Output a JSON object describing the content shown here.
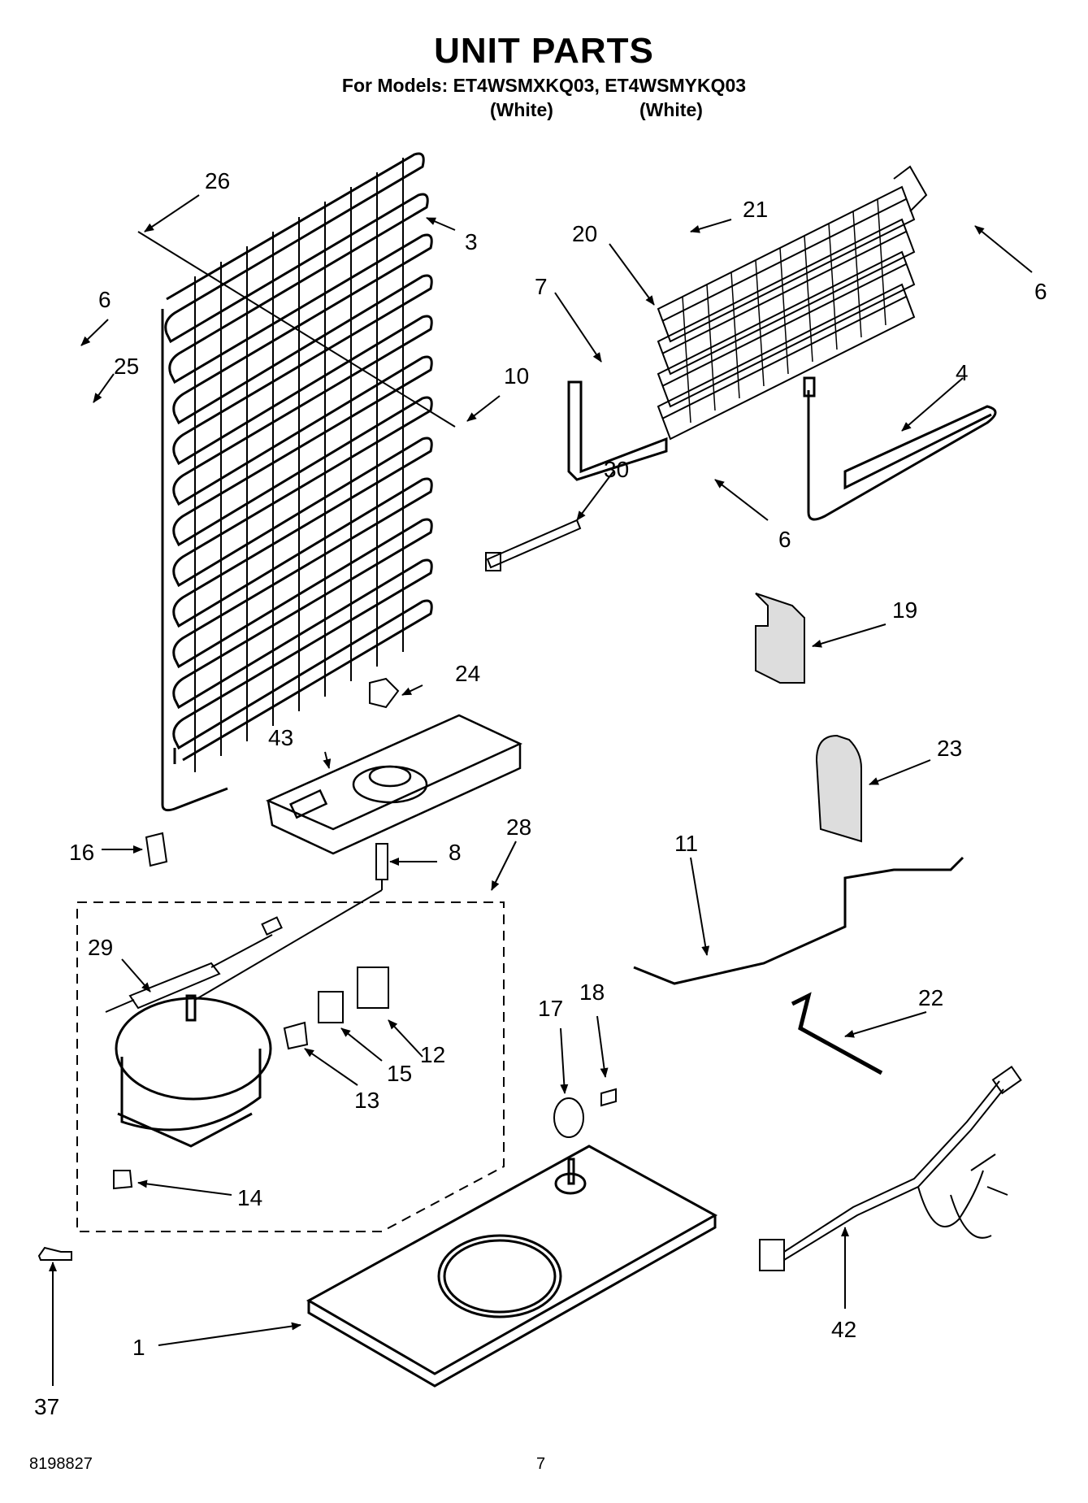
{
  "header": {
    "title": "UNIT PARTS",
    "models_line": "For Models: ET4WSMXKQ03, ET4WSMYKQ03",
    "color_1": "(White)",
    "color_2": "(White)"
  },
  "callouts": {
    "c26": "26",
    "c3": "3",
    "c6a": "6",
    "c25": "25",
    "c10": "10",
    "c21": "21",
    "c20": "20",
    "c7": "7",
    "c6b": "6",
    "c4": "4",
    "c30": "30",
    "c6c": "6",
    "c19": "19",
    "c24": "24",
    "c43": "43",
    "c23": "23",
    "c16": "16",
    "c8": "8",
    "c28": "28",
    "c11": "11",
    "c29": "29",
    "c12": "12",
    "c15": "15",
    "c13": "13",
    "c22": "22",
    "c17": "17",
    "c18": "18",
    "c14": "14",
    "c42": "42",
    "c1": "1",
    "c37": "37"
  },
  "footer": {
    "part_number": "8198827",
    "page": "7"
  }
}
